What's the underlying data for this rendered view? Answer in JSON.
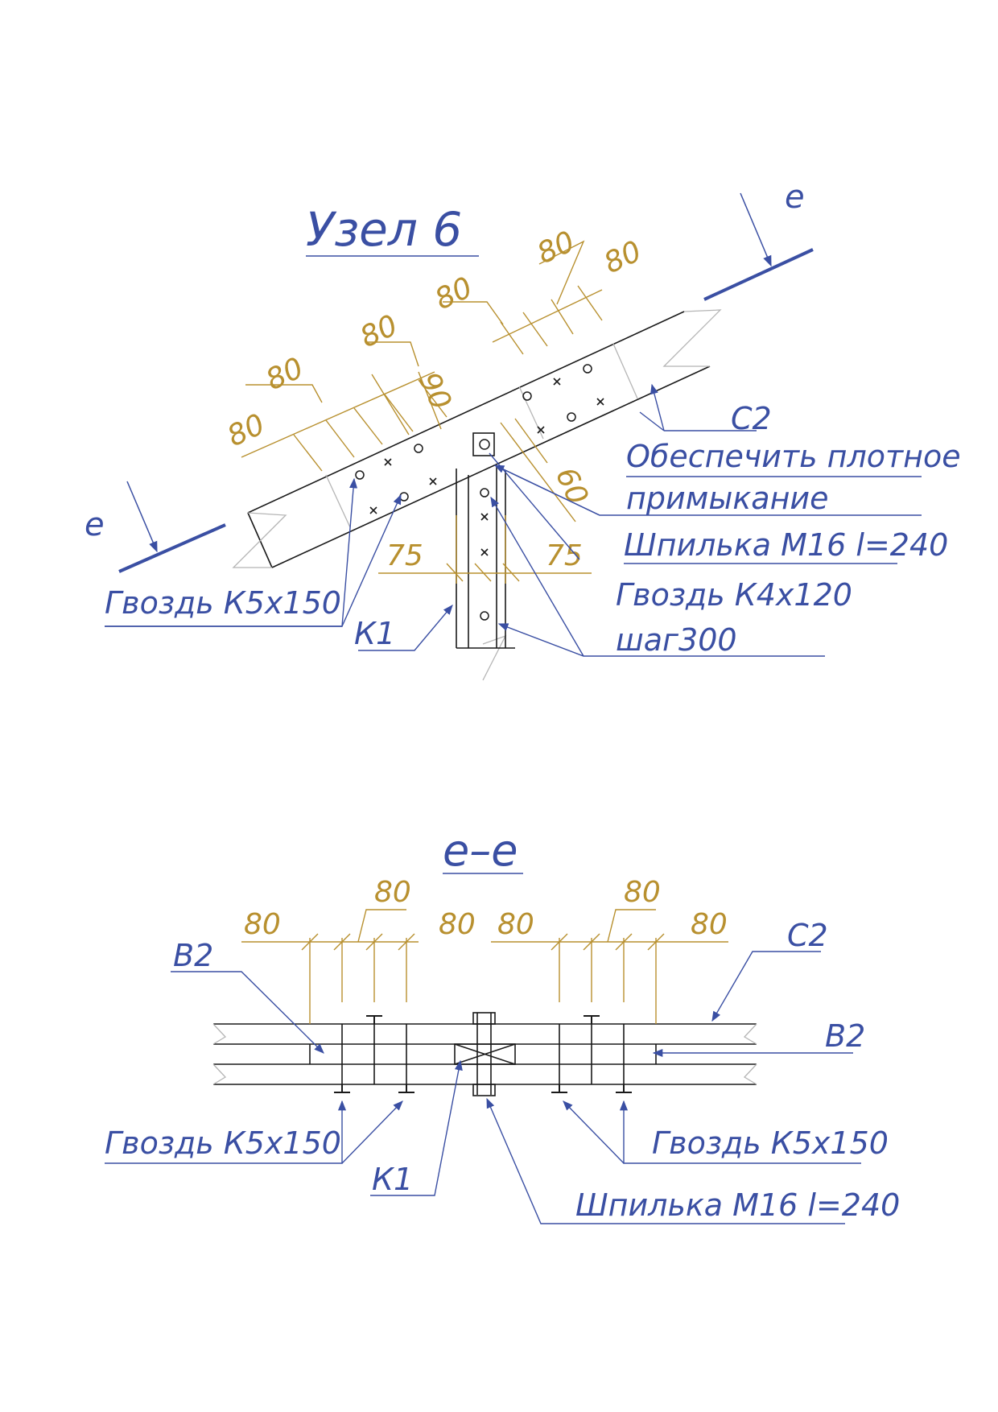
{
  "colors": {
    "blue": "#3a4fa3",
    "gold": "#b8902f",
    "black": "#1a1a1a",
    "grey": "#b5b5b5"
  },
  "top": {
    "title": "Узел 6",
    "cut_mark": "е",
    "labels": {
      "c2": "С2",
      "fit_line1": "Обеспечить плотное",
      "fit_line2": "примыкание",
      "stud": "Шпилька М16 l=240",
      "nail_small_line1": "Гвоздь К4х120",
      "nail_small_line2": "шаг300",
      "nail_big": "Гвоздь К5х150",
      "k1": "К1"
    },
    "dims": {
      "left_a": "80",
      "left_b": "80",
      "left_c": "80",
      "left_d": "90",
      "right_a": "80",
      "right_b": "80",
      "right_c": "80",
      "right_d": "60",
      "post_l": "75",
      "post_r": "75"
    }
  },
  "section": {
    "title": "е–е",
    "labels": {
      "b2_left": "В2",
      "c2": "С2",
      "b2_right": "В2",
      "nail_left": "Гвоздь К5х150",
      "k1": "К1",
      "nail_right": "Гвоздь К5х150",
      "stud": "Шпилька М16 l=240"
    },
    "dims": {
      "l1": "80",
      "l2": "80",
      "l3": "80",
      "r1": "80",
      "r2": "80",
      "r3": "80"
    }
  }
}
